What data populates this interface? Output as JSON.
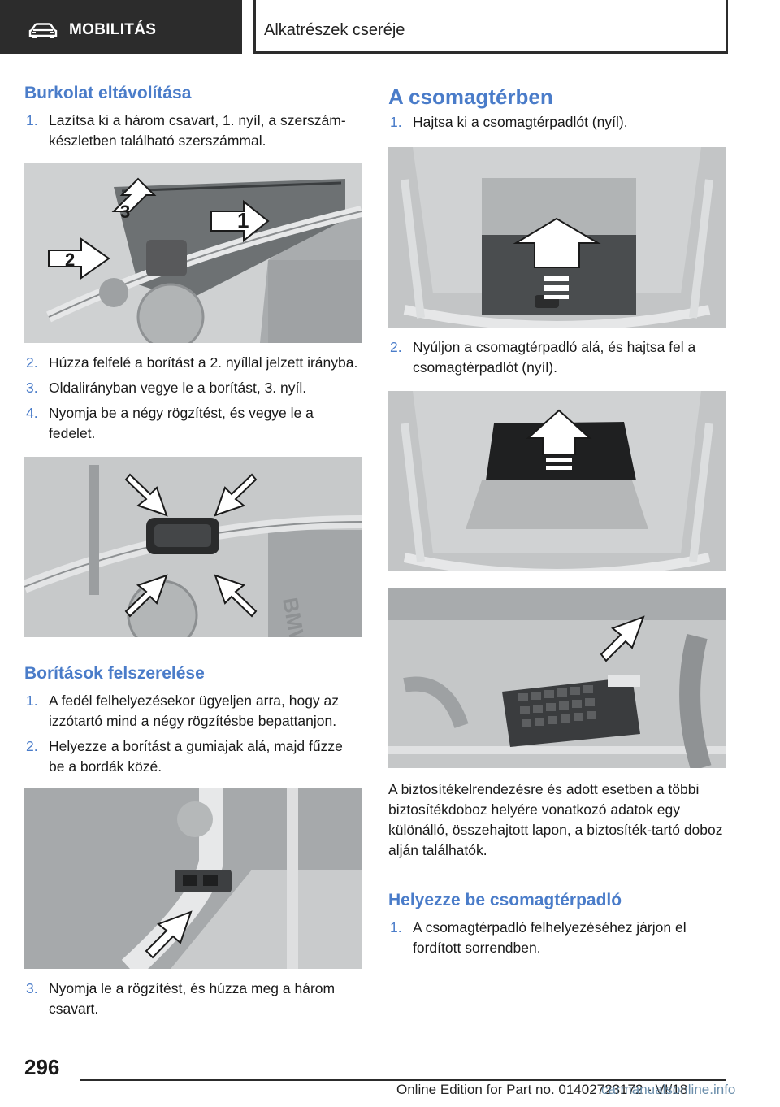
{
  "header": {
    "chapter": "MOBILITÁS",
    "section": "Alkatrészek cseréje",
    "icon": "car-icon"
  },
  "left": {
    "heading1": "Burkolat eltávolítása",
    "steps1": [
      {
        "n": "1.",
        "text": "Lazítsa ki a három csavart, 1. nyíl, a szerszám-készletben található szerszámmal."
      }
    ],
    "steps2": [
      {
        "n": "2.",
        "text": "Húzza felfelé a borítást a 2. nyíllal jelzett irányba."
      },
      {
        "n": "3.",
        "text": "Oldalirányban vegye le a borítást, 3. nyíl."
      },
      {
        "n": "4.",
        "text": "Nyomja be a négy rögzítést, és vegye le a fedelet."
      }
    ],
    "heading2": "Borítások felszerelése",
    "steps3": [
      {
        "n": "1.",
        "text": "A fedél felhelyezésekor ügyeljen arra, hogy az izzótartó mind a négy rögzítésbe bepattanjon."
      },
      {
        "n": "2.",
        "text": "Helyezze a borítást a gumiajak alá, majd fűzze be a bordák közé."
      }
    ],
    "steps4": [
      {
        "n": "3.",
        "text": "Nyomja le a rögzítést, és húzza meg a három csavart."
      }
    ],
    "fig1_labels": [
      "1",
      "2",
      "3"
    ],
    "fig2_logo": "BMW"
  },
  "right": {
    "heading1": "A csomagtérben",
    "steps1": [
      {
        "n": "1.",
        "text": "Hajtsa ki a csomagtérpadlót (nyíl)."
      }
    ],
    "steps2": [
      {
        "n": "2.",
        "text": "Nyúljon a csomagtérpadló alá, és hajtsa fel a csomagtérpadlót (nyíl)."
      }
    ],
    "para": "A biztosítékelrendezésre és adott esetben a többi biztosítékdoboz helyére vonatkozó adatok egy különálló, összehajtott lapon, a biztosíték-tartó doboz alján találhatók.",
    "heading2": "Helyezze be csomagtérpadló",
    "steps3": [
      {
        "n": "1.",
        "text": "A csomagtérpadló felhelyezéséhez járjon el fordított sorrendben."
      }
    ]
  },
  "footer": {
    "page": "296",
    "edition": "Online Edition for Part no. 01402723172 - VI/18",
    "watermark": "carmanualsonline.info"
  }
}
